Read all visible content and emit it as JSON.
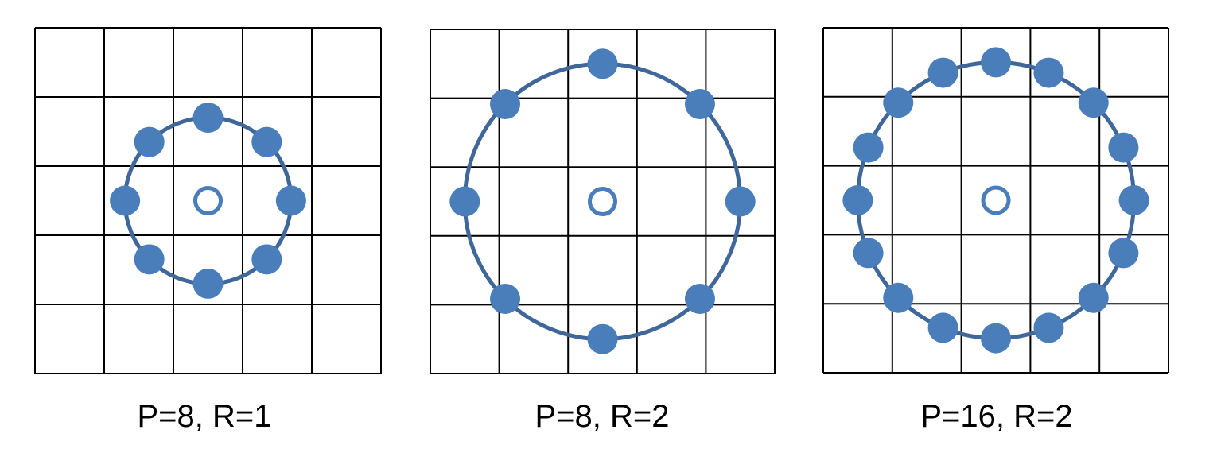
{
  "colors": {
    "background": "#ffffff",
    "grid_line": "#000000",
    "circle_stroke": "#3f679a",
    "sample_point_fill": "#4a7ebb",
    "center_point_stroke": "#4a7ebb"
  },
  "panels": [
    {
      "caption": "P=8, R=1",
      "points": 8,
      "radius": 1
    },
    {
      "caption": "P=8, R=2",
      "points": 8,
      "radius": 2
    },
    {
      "caption": "P=16, R=2",
      "points": 16,
      "radius": 2
    }
  ]
}
